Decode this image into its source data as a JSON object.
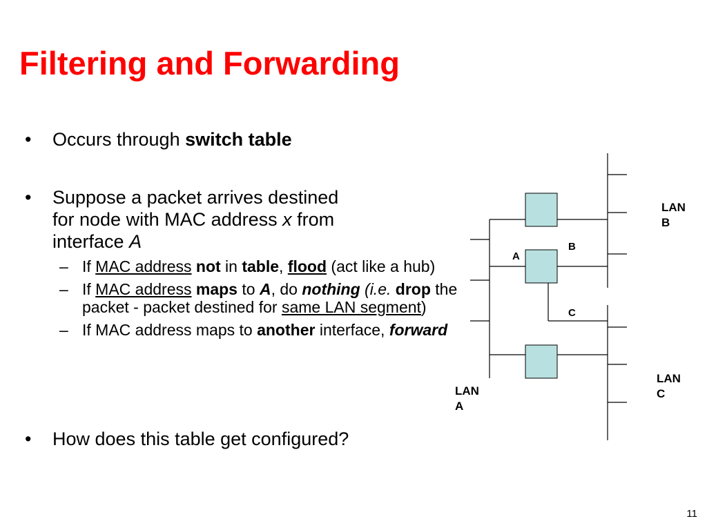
{
  "slide": {
    "title": "Filtering and Forwarding",
    "page_number": "11"
  },
  "bullets": {
    "bullet_symbol": "•",
    "sub_symbol": "–",
    "b1": {
      "text": "Occurs through ",
      "bold": "switch table"
    },
    "b2": {
      "line1": "Suppose a packet arrives destined",
      "line2_pre": "for node with MAC address ",
      "line2_var": "x",
      "line2_post": " from",
      "line3_pre": "interface ",
      "line3_var": "A",
      "subs": {
        "s1": {
          "if": "If ",
          "mac": "MAC address",
          "sp1": " ",
          "not": "not",
          "in": " in ",
          "table": "table",
          "comma": ", ",
          "flood": "flood",
          "rest": " (act like a hub)"
        },
        "s2": {
          "if": "If ",
          "mac": "MAC address",
          "sp1": " ",
          "maps": "maps",
          "to": " to ",
          "a": "A",
          "do": ", do ",
          "nothing": "nothing",
          "sp2": " ",
          "ie": "(i.e.",
          "sp3": " ",
          "drop": "drop",
          "rest": " the  packet - packet destined for ",
          "same": "same LAN segment",
          "close": ")"
        },
        "s3": {
          "pre": "If MAC address maps to ",
          "another": "another",
          "mid": " interface, ",
          "forward": "forward"
        }
      }
    },
    "b3": {
      "text": "How does this table get configured?"
    }
  },
  "diagram": {
    "lan_b": [
      "LAN",
      "B"
    ],
    "lan_a": [
      "LAN",
      "A"
    ],
    "lan_c": [
      "LAN",
      "C"
    ],
    "port_a": "A",
    "port_b": "B",
    "port_c": "C",
    "switch_color": "#b8e0e0"
  }
}
